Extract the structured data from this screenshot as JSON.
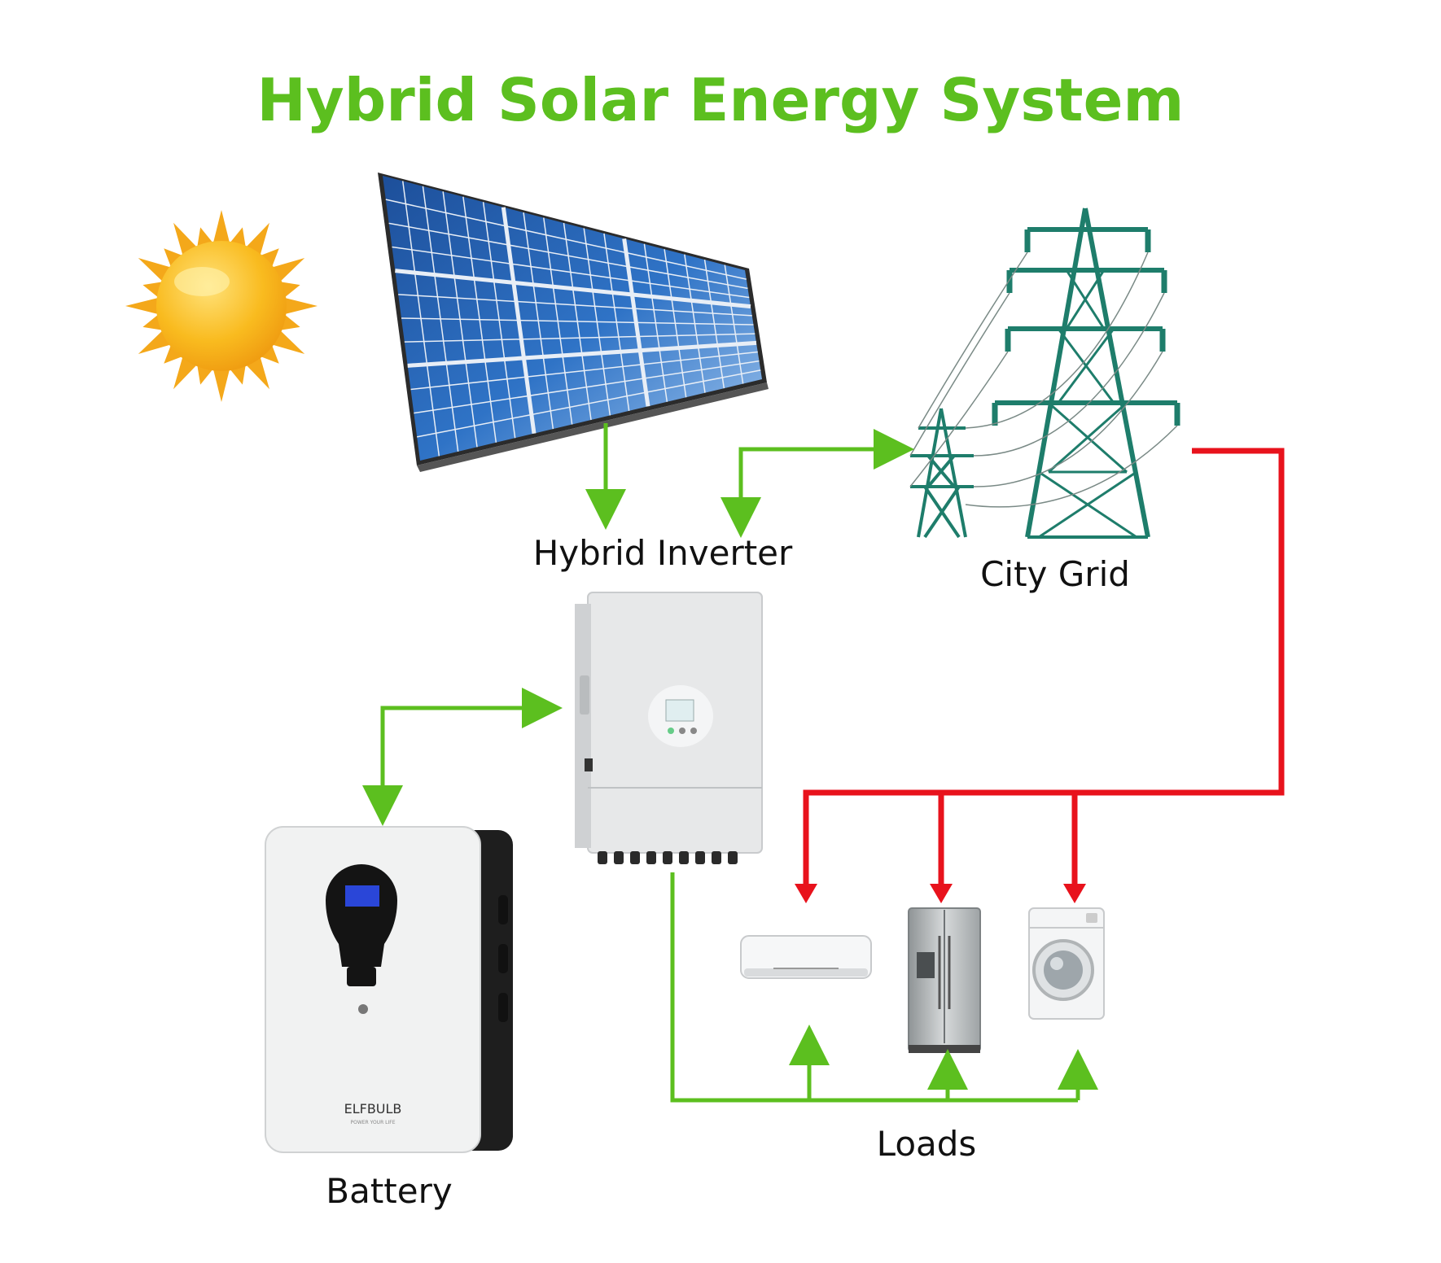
{
  "title": "Hybrid Solar Energy System",
  "labels": {
    "inverter": "Hybrid Inverter",
    "grid": "City Grid",
    "battery": "Battery",
    "loads": "Loads"
  },
  "brand": {
    "battery_logo": "ELFBULB",
    "battery_tagline": "POWER YOUR LIFE"
  },
  "colors": {
    "title": "#5cbf1f",
    "dc_flow": "#5cbf1f",
    "ac_flow": "#e8121c",
    "tower": "#1e7d6b",
    "panel": "#1c56a3",
    "sun": "#f7b21a"
  },
  "icons": {
    "sun": "sun-icon",
    "solar_panel": "solar-panel-icon",
    "grid": "transmission-tower-icon",
    "inverter": "hybrid-inverter-icon",
    "battery": "battery-icon",
    "air_conditioner": "air-conditioner-icon",
    "refrigerator": "refrigerator-icon",
    "washing_machine": "washing-machine-icon"
  }
}
